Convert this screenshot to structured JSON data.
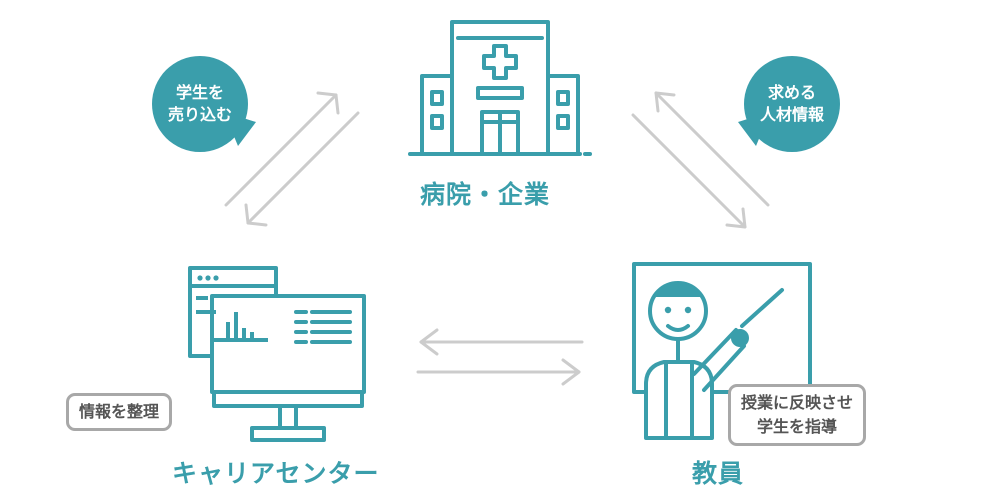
{
  "colors": {
    "accent": "#3a9eab",
    "arrow": "#cccccc",
    "note_border": "#a8a8a8",
    "note_text": "#555555"
  },
  "nodes": {
    "hospital": {
      "label": "病院・企業",
      "icon": "hospital-building-icon"
    },
    "career_center": {
      "label": "キャリアセンター",
      "icon": "computer-monitor-icon"
    },
    "teacher": {
      "label": "教員",
      "icon": "teacher-whiteboard-icon"
    }
  },
  "bubbles": {
    "left": {
      "line1": "学生を",
      "line2": "売り込む"
    },
    "right": {
      "line1": "求める",
      "line2": "人材情報"
    }
  },
  "notes": {
    "career": {
      "text": "情報を整理"
    },
    "teacher": {
      "line1": "授業に反映させ",
      "line2": "学生を指導"
    }
  }
}
